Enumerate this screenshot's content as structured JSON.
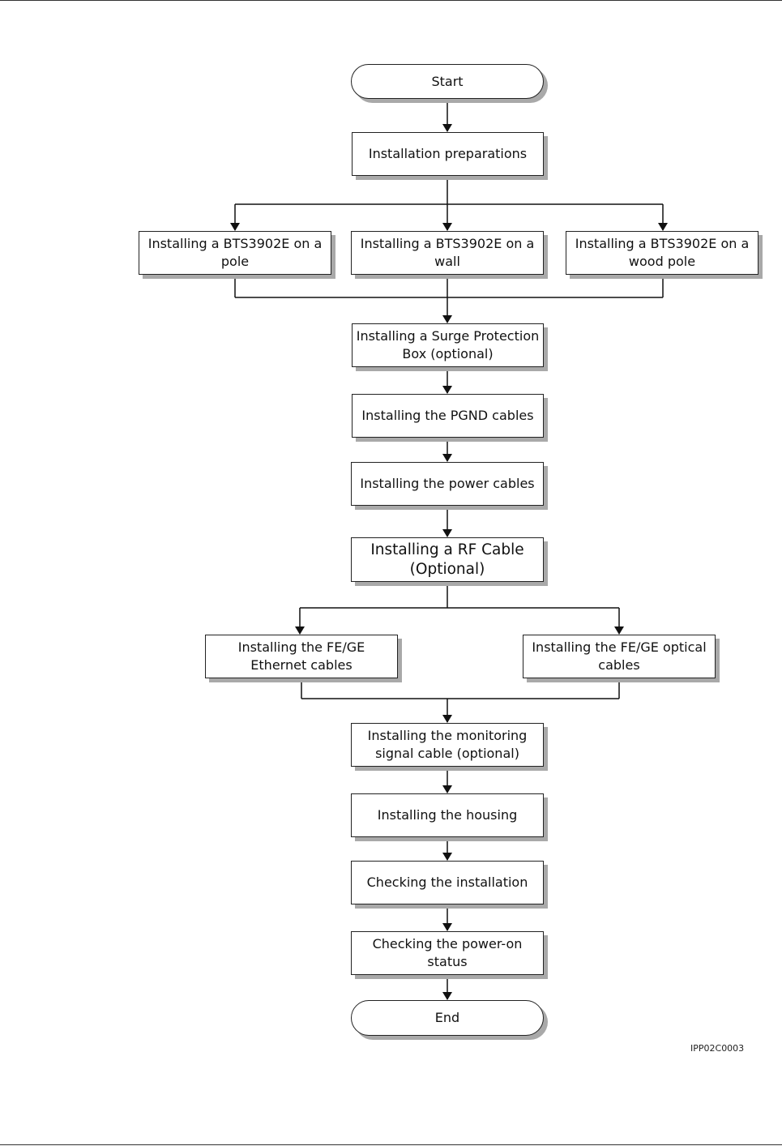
{
  "flowchart": {
    "start": "Start",
    "installation_preparations": "Installation preparations",
    "install_pole": "Installing a  BTS3902E on a pole",
    "install_wall": "Installing a  BTS3902E on a wall",
    "install_wood_pole": "Installing a  BTS3902E on a wood pole",
    "install_surge_box": "Installing a Surge Protection Box (optional)",
    "install_pgnd": "Installing the PGND cables",
    "install_power": "Installing the power cables",
    "install_rf": "Installing a RF Cable (Optional)",
    "install_ethernet": "Installing the FE/GE Ethernet cables",
    "install_optical": "Installing the FE/GE optical cables",
    "install_monitoring": "Installing the monitoring signal cable (optional)",
    "install_housing": "Installing the housing",
    "check_installation": "Checking the installation",
    "check_power_on": "Checking the power-on status",
    "end": "End"
  },
  "figure_id": "IPP02C0003"
}
